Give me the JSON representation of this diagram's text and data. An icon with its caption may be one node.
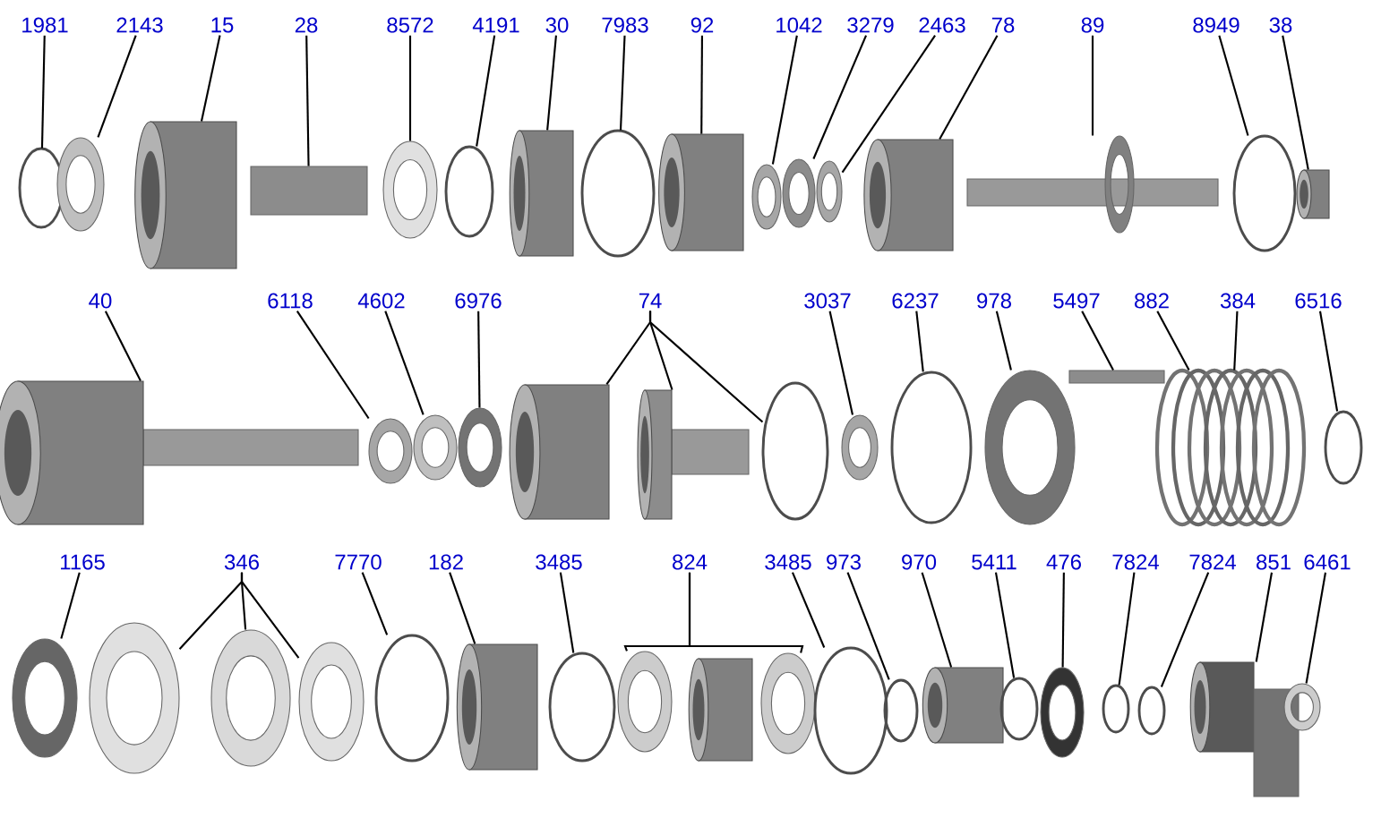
{
  "diagram": {
    "nodes": [
      {
        "text": [
          "1981"
        ]
      },
      {
        "text": [
          "2143"
        ]
      },
      {
        "text": [
          "15"
        ]
      },
      {
        "text": [
          "28"
        ]
      },
      {
        "text": [
          "8572"
        ]
      },
      {
        "text": [
          "4191"
        ]
      },
      {
        "text": [
          "30"
        ]
      },
      {
        "text": [
          "7983"
        ]
      },
      {
        "text": [
          "92"
        ]
      },
      {
        "text": [
          "1042"
        ]
      },
      {
        "text": [
          "3279"
        ]
      },
      {
        "text": [
          "2463"
        ]
      },
      {
        "text": [
          "78"
        ]
      },
      {
        "text": [
          "89"
        ]
      },
      {
        "text": [
          "8949"
        ]
      },
      {
        "text": [
          "38"
        ]
      },
      {
        "text": [
          "40"
        ]
      },
      {
        "text": [
          "6118"
        ]
      },
      {
        "text": [
          "4602"
        ]
      },
      {
        "text": [
          "6976"
        ]
      },
      {
        "text": [
          "74"
        ]
      },
      {
        "text": [
          "3037"
        ]
      },
      {
        "text": [
          "6237"
        ]
      },
      {
        "text": [
          "978"
        ]
      },
      {
        "text": [
          "5497"
        ]
      },
      {
        "text": [
          "882"
        ]
      },
      {
        "text": [
          "384"
        ]
      },
      {
        "text": [
          "6516"
        ]
      },
      {
        "text": [
          "1165"
        ]
      },
      {
        "text": [
          "346"
        ]
      },
      {
        "text": [
          "7770"
        ]
      },
      {
        "text": [
          "182"
        ]
      },
      {
        "text": [
          "3485"
        ]
      },
      {
        "text": [
          "824"
        ]
      },
      {
        "text": [
          "3485"
        ]
      },
      {
        "text": [
          "973"
        ]
      },
      {
        "text": [
          "970"
        ]
      },
      {
        "text": [
          "5411"
        ]
      },
      {
        "text": [
          "476"
        ]
      },
      {
        "text": [
          "7824"
        ]
      },
      {
        "text": [
          "7824"
        ]
      },
      {
        "text": [
          "851"
        ]
      },
      {
        "text": [
          "6461"
        ]
      },
      {
        "text": [],
        "shape": "circle"
      },
      {
        "text": [],
        "shape": "picture"
      },
      {
        "text": [],
        "shape": "cylinder"
      },
      {
        "text": [],
        "shape": "bar"
      },
      {
        "text": [],
        "shape": "picture"
      },
      {
        "text": [],
        "shape": "circle"
      },
      {
        "text": [],
        "shape": "cylinder"
      },
      {
        "text": [],
        "shape": "circle"
      },
      {
        "text": [],
        "shape": "cylinder"
      },
      {
        "text": [],
        "shape": "picture"
      },
      {
        "text": [],
        "shape": "picture"
      },
      {
        "text": [],
        "shape": "picture"
      },
      {
        "text": [],
        "shape": "cylinder"
      },
      {
        "text": [],
        "shape": "picture"
      },
      {
        "text": [],
        "shape": "circle"
      },
      {
        "text": [],
        "shape": "cylinder"
      },
      {
        "text": [],
        "shape": "picture"
      },
      {
        "text": [],
        "shape": "picture"
      },
      {
        "text": [],
        "shape": "picture"
      },
      {
        "text": [],
        "shape": "picture"
      },
      {
        "text": [],
        "shape": "cylinder"
      },
      {
        "text": [],
        "shape": "picture"
      },
      {
        "text": [],
        "shape": "circle"
      },
      {
        "text": [],
        "shape": "picture"
      },
      {
        "text": [],
        "shape": "circle"
      },
      {
        "text": [],
        "shape": "picture"
      },
      {
        "text": [],
        "shape": "bar"
      },
      {
        "text": [],
        "shape": "picture"
      },
      {
        "text": [],
        "shape": "circle"
      },
      {
        "text": [],
        "shape": "picture"
      },
      {
        "text": [],
        "shape": "picture"
      },
      {
        "text": [],
        "shape": "picture"
      },
      {
        "text": [],
        "shape": "picture"
      },
      {
        "text": [],
        "shape": "circle"
      },
      {
        "text": [],
        "shape": "cylinder"
      },
      {
        "text": [],
        "shape": "circle"
      },
      {
        "text": [],
        "shape": "picture"
      },
      {
        "text": [],
        "shape": "cylinder"
      },
      {
        "text": [],
        "shape": "picture"
      },
      {
        "text": [],
        "shape": "circle"
      },
      {
        "text": [],
        "shape": "circle"
      },
      {
        "text": [],
        "shape": "cylinder"
      },
      {
        "text": [],
        "shape": "circle"
      },
      {
        "text": [],
        "shape": "picture"
      },
      {
        "text": [],
        "shape": "circle"
      },
      {
        "text": [],
        "shape": "circle"
      },
      {
        "text": [],
        "shape": "picture"
      },
      {
        "text": [],
        "shape": "picture"
      }
    ],
    "edges": [
      {
        "from": 0,
        "to": 43,
        "arrow": "none"
      },
      {
        "from": 1,
        "to": 44,
        "arrow": "none"
      },
      {
        "from": 2,
        "to": 45,
        "arrow": "none"
      },
      {
        "from": 3,
        "to": 46,
        "arrow": "none"
      },
      {
        "from": 4,
        "to": 47,
        "arrow": "none"
      },
      {
        "from": 5,
        "to": 48,
        "arrow": "none"
      },
      {
        "from": 6,
        "to": 49,
        "arrow": "none"
      },
      {
        "from": 7,
        "to": 50,
        "arrow": "none"
      },
      {
        "from": 8,
        "to": 51,
        "arrow": "none"
      },
      {
        "from": 9,
        "to": 52,
        "arrow": "none"
      },
      {
        "from": 10,
        "to": 53,
        "arrow": "none"
      },
      {
        "from": 11,
        "to": 54,
        "arrow": "none"
      },
      {
        "from": 12,
        "to": 55,
        "arrow": "none"
      },
      {
        "from": 13,
        "to": 56,
        "arrow": "none"
      },
      {
        "from": 14,
        "to": 57,
        "arrow": "none"
      },
      {
        "from": 15,
        "to": 58,
        "arrow": "none"
      },
      {
        "from": 16,
        "to": 59,
        "arrow": "none"
      },
      {
        "from": 17,
        "to": 60,
        "arrow": "none"
      },
      {
        "from": 18,
        "to": 61,
        "arrow": "none"
      },
      {
        "from": 19,
        "to": 62,
        "arrow": "none"
      },
      {
        "from": 20,
        "to": 63,
        "arrow": "none"
      },
      {
        "from": 20,
        "to": 64,
        "arrow": "none"
      },
      {
        "from": 20,
        "to": 65,
        "arrow": "none"
      },
      {
        "from": 21,
        "to": 66,
        "arrow": "none"
      },
      {
        "from": 22,
        "to": 67,
        "arrow": "none"
      },
      {
        "from": 23,
        "to": 68,
        "arrow": "none"
      },
      {
        "from": 24,
        "to": 69,
        "arrow": "none"
      },
      {
        "from": 25,
        "to": 70,
        "arrow": "none"
      },
      {
        "from": 26,
        "to": 70,
        "arrow": "none"
      },
      {
        "from": 27,
        "to": 71,
        "arrow": "none"
      },
      {
        "from": 28,
        "to": 72,
        "arrow": "none"
      },
      {
        "from": 29,
        "to": 73,
        "arrow": "none"
      },
      {
        "from": 29,
        "to": 74,
        "arrow": "none"
      },
      {
        "from": 29,
        "to": 75,
        "arrow": "none"
      },
      {
        "from": 30,
        "to": 76,
        "arrow": "none"
      },
      {
        "from": 31,
        "to": 77,
        "arrow": "none"
      },
      {
        "from": 32,
        "to": 78,
        "arrow": "none"
      },
      {
        "from": 33,
        "to": 79,
        "arrow": "none"
      },
      {
        "from": 33,
        "to": 81,
        "arrow": "none"
      },
      {
        "from": 34,
        "to": 82,
        "arrow": "none"
      },
      {
        "from": 35,
        "to": 83,
        "arrow": "none"
      },
      {
        "from": 36,
        "to": 84,
        "arrow": "none"
      },
      {
        "from": 37,
        "to": 85,
        "arrow": "none"
      },
      {
        "from": 38,
        "to": 86,
        "arrow": "none"
      },
      {
        "from": 39,
        "to": 87,
        "arrow": "none"
      },
      {
        "from": 40,
        "to": 88,
        "arrow": "none"
      },
      {
        "from": 41,
        "to": 89,
        "arrow": "none"
      },
      {
        "from": 42,
        "to": 90,
        "arrow": "none"
      }
    ]
  }
}
